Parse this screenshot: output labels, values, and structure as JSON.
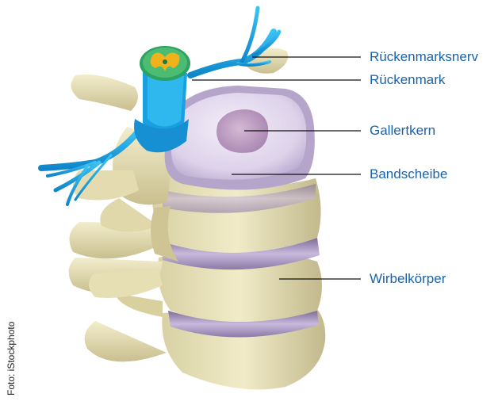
{
  "labels": {
    "nerve": "Rückenmarksnerv",
    "cord": "Rückenmark",
    "nucleus": "Gallertkern",
    "disc": "Bandscheibe",
    "vertebra": "Wirbelkörper"
  },
  "credit": "Foto: iStockphoto",
  "colors": {
    "label_text": "#1b63a8",
    "leader_line": "#111111",
    "bone": "#e9e2b9",
    "bone_shadow": "#b9b083",
    "disc": "#d9cfe6",
    "disc_dark": "#9b86b5",
    "nucleus": "#c5a8c9",
    "nerve": "#1aa7e6",
    "cord_green": "#3db36b",
    "cord_yellow": "#f2b21b"
  }
}
